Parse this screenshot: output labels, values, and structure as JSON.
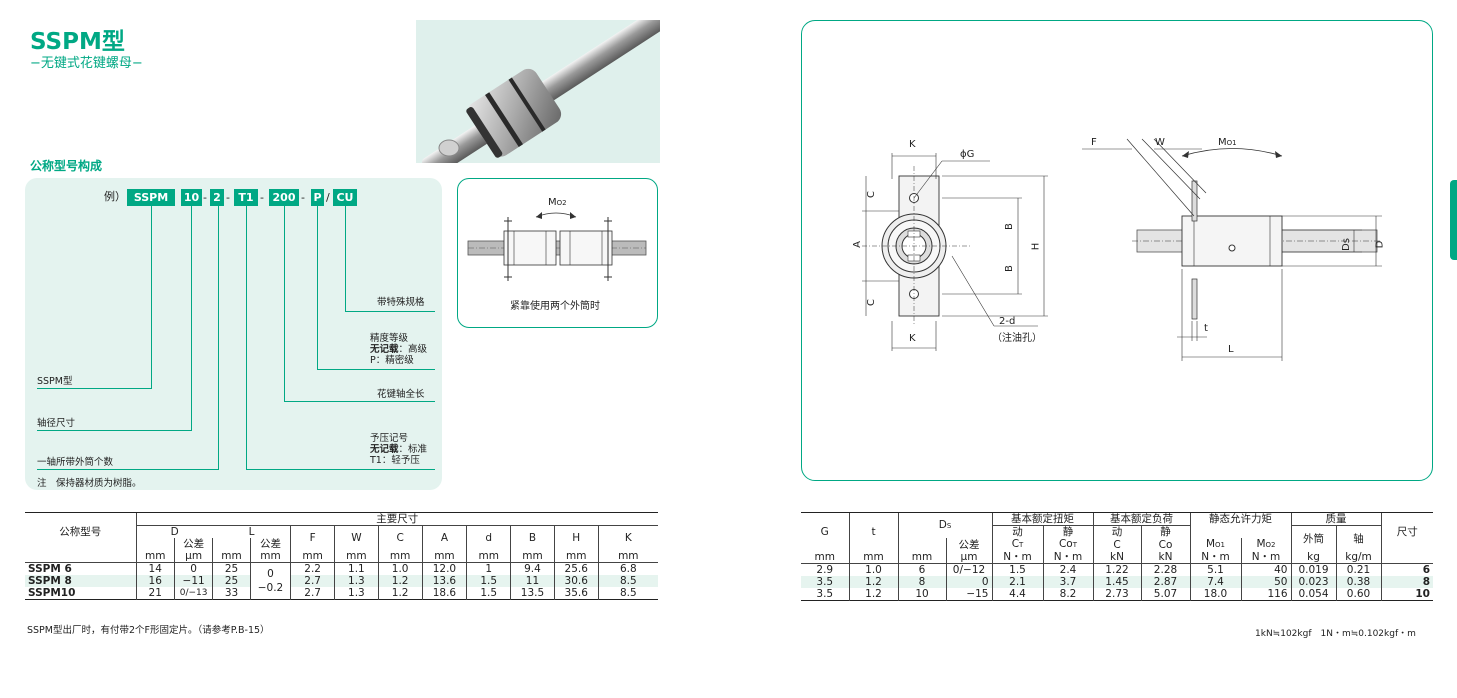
{
  "header": {
    "title": "SSPM型",
    "subtitle": "−无键式花键螺母−"
  },
  "section_title": "公称型号构成",
  "designation": {
    "example_label": "例）",
    "segments": [
      "SSPM",
      "10",
      "2",
      "T1",
      "200",
      "P",
      "CU"
    ],
    "separators": [
      "-",
      "-",
      "-",
      "-",
      "/"
    ],
    "labels": {
      "special": "带特殊规格",
      "accuracy_title": "精度等级",
      "accuracy_none_bold": "无记载",
      "accuracy_none": "：高级",
      "accuracy_p": "P：精密级",
      "shaft_length": "花键轴全长",
      "preload_title": "予压记号",
      "preload_none_bold": "无记载",
      "preload_none": "：标准",
      "preload_t1": "T1：轻予压",
      "model": "SSPM型",
      "shaft_diameter": "轴径尺寸",
      "nut_count": "一轴所带外筒个数"
    },
    "note": "注　保持器材质为树脂。"
  },
  "mini_figure": {
    "label": "M",
    "label_sub": "O2",
    "caption": "紧靠使用两个外筒时"
  },
  "drawing": {
    "k_top": "K",
    "k_bottom": "K",
    "phi_g": "ϕG",
    "c_top": "C",
    "a": "A",
    "c_bottom": "C",
    "b_top": "B",
    "b_bottom": "B",
    "h": "H",
    "hole": "2-d",
    "hole_note": "（注油孔）",
    "f": "F",
    "w": "W",
    "mo1": "M",
    "mo1_sub": "O1",
    "ds": "Ds",
    "d": "D",
    "t": "t",
    "l": "L"
  },
  "table_left": {
    "header_main": "主要尺寸",
    "model_header": "公称型号",
    "cols": {
      "D": "D",
      "tol": "公差",
      "L": "L",
      "F": "F",
      "W": "W",
      "C": "C",
      "A": "A",
      "d": "d",
      "B": "B",
      "H": "H",
      "K": "K"
    },
    "units": {
      "mm": "mm",
      "um": "μm"
    },
    "rows": [
      {
        "model": "SSPM 6",
        "D": "14",
        "D_tol": "0",
        "L": "25",
        "F": "2.2",
        "W": "1.1",
        "C": "1.0",
        "A": "12.0",
        "d": "1",
        "B": "9.4",
        "H": "25.6",
        "K": "6.8"
      },
      {
        "model": "SSPM 8",
        "D": "16",
        "D_tol": "−11",
        "L": "25",
        "F": "2.7",
        "W": "1.3",
        "C": "1.2",
        "A": "13.6",
        "d": "1.5",
        "B": "11",
        "H": "30.6",
        "K": "8.5"
      },
      {
        "model": "SSPM10",
        "D": "21",
        "D_tol": "0/−13",
        "L": "33",
        "F": "2.7",
        "W": "1.3",
        "C": "1.2",
        "A": "18.6",
        "d": "1.5",
        "B": "13.5",
        "H": "35.6",
        "K": "8.5"
      }
    ],
    "L_tol_top": "0",
    "L_tol_bottom": "−0.2",
    "footnote": "SSPM型出厂时，有付带2个F形固定片。（请参考P.B-15）"
  },
  "table_right": {
    "torque_header": "基本额定扭矩",
    "load_header": "基本额定负荷",
    "moment_header": "静态允许力矩",
    "mass_header": "质量",
    "dyn": "动",
    "stat": "静",
    "ct": "C",
    "ct_sub": "T",
    "cot": "Co",
    "cot_sub": "T",
    "c": "C",
    "co": "Co",
    "mo1": "M",
    "mo1_sub": "O1",
    "mo2": "M",
    "mo2_sub": "O2",
    "outer": "外筒",
    "shaft": "轴",
    "size": "尺寸",
    "G": "G",
    "t": "t",
    "Ds": "D",
    "Ds_sub": "S",
    "tol": "公差",
    "units": [
      "mm",
      "mm",
      "mm",
      "μm",
      "N・m",
      "N・m",
      "kN",
      "kN",
      "N・m",
      "N・m",
      "kg",
      "kg/m"
    ],
    "rows": [
      {
        "G": "2.9",
        "t": "1.0",
        "Ds": "6",
        "tol": "0/−12",
        "ct": "1.5",
        "cot": "2.4",
        "c": "1.22",
        "co": "2.28",
        "mo1": "5.1",
        "mo2": "40",
        "kg": "0.019",
        "kgm": "0.21",
        "size": "6"
      },
      {
        "G": "3.5",
        "t": "1.2",
        "Ds": "8",
        "tol": "0",
        "ct": "2.1",
        "cot": "3.7",
        "c": "1.45",
        "co": "2.87",
        "mo1": "7.4",
        "mo2": "50",
        "kg": "0.023",
        "kgm": "0.38",
        "size": "8"
      },
      {
        "G": "3.5",
        "t": "1.2",
        "Ds": "10",
        "tol": "−15",
        "ct": "4.4",
        "cot": "8.2",
        "c": "2.73",
        "co": "5.07",
        "mo1": "18.0",
        "mo2": "116",
        "kg": "0.054",
        "kgm": "0.60",
        "size": "10"
      }
    ],
    "footnote": "1kN≒102kgf　1N・m≒0.102kgf・m"
  },
  "colors": {
    "accent": "#00a884",
    "panel": "#e4f3ef",
    "row_highlight": "#e6f4ef"
  }
}
